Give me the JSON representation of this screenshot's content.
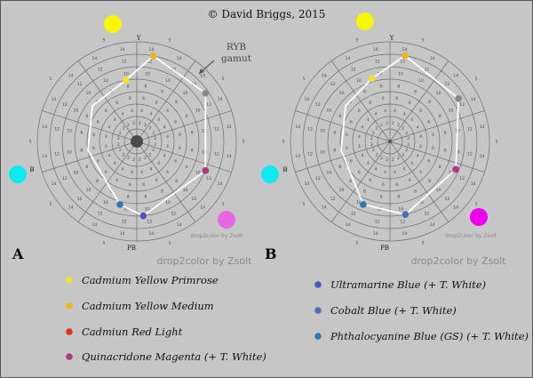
{
  "copyright": "© David Briggs, 2015",
  "gamut_label": [
    "RYB",
    "gamut"
  ],
  "watermark_small": "drop2color by Zsolt",
  "watermark_big": "drop2color by Zsolt",
  "ring_numbers": [
    "14",
    "12",
    "10",
    "8",
    "6",
    "4",
    "2"
  ],
  "colors": {
    "background": "#c6c6c6",
    "yellow_target": "#f7f700",
    "cyan_target": "#0ee8f3",
    "magenta_target_A": "#e866e6",
    "magenta_target_B": "#f000f0"
  },
  "panels": [
    {
      "letter": "A",
      "labels": {
        "Y": "Y",
        "B": "B",
        "PB": "PB"
      },
      "points": [
        {
          "name": "Cadmium Yellow Primrose",
          "hue_deg": -10,
          "chroma": 10
        },
        {
          "name": "Cadmium Yellow Medium",
          "hue_deg": 11,
          "chroma": 14
        },
        {
          "name": "Cadmium Red Light",
          "hue_deg": 55,
          "chroma": 13.5
        },
        {
          "name": "Quinacridone Magenta",
          "hue_deg": 113,
          "chroma": 12
        },
        {
          "name": "Ultramarine Blue",
          "hue_deg": 175,
          "chroma": 12
        },
        {
          "name": "Phthalocyanine Blue",
          "hue_deg": 195,
          "chroma": 10.5
        }
      ]
    },
    {
      "letter": "B",
      "labels": {
        "Y": "Y",
        "B": "B",
        "PB": "PB"
      },
      "points": [
        {
          "name": "Cadmium Yellow Primrose",
          "hue_deg": -16,
          "chroma": 10.5
        },
        {
          "name": "Cadmium Yellow Medium",
          "hue_deg": 10,
          "chroma": 14
        },
        {
          "name": "Cadmium Red Light",
          "hue_deg": 58,
          "chroma": 13
        },
        {
          "name": "Quinacridone Magenta",
          "hue_deg": 113,
          "chroma": 11.5
        },
        {
          "name": "Cobalt Blue",
          "hue_deg": 168,
          "chroma": 12
        },
        {
          "name": "Phthalocyanine Blue",
          "hue_deg": 203,
          "chroma": 11
        }
      ]
    }
  ],
  "legend": [
    {
      "label": "Cadmium Yellow Primrose",
      "color": "#f2e12a"
    },
    {
      "label": "Cadmium Yellow Medium",
      "color": "#f0b31c"
    },
    {
      "label": "Cadmiun Red Light",
      "color": "#e0301e"
    },
    {
      "label": "Quinacridone Magenta (+ T. White)",
      "color": "#b1357f"
    },
    {
      "label": "Ultramarine Blue (+ T. White)",
      "color": "#4d55c4"
    },
    {
      "label": "Cobalt Blue (+ T. White)",
      "color": "#4e6fb6"
    },
    {
      "label": "Phthalocyanine Blue (GS) (+ T. White)",
      "color": "#2e78ad"
    }
  ]
}
